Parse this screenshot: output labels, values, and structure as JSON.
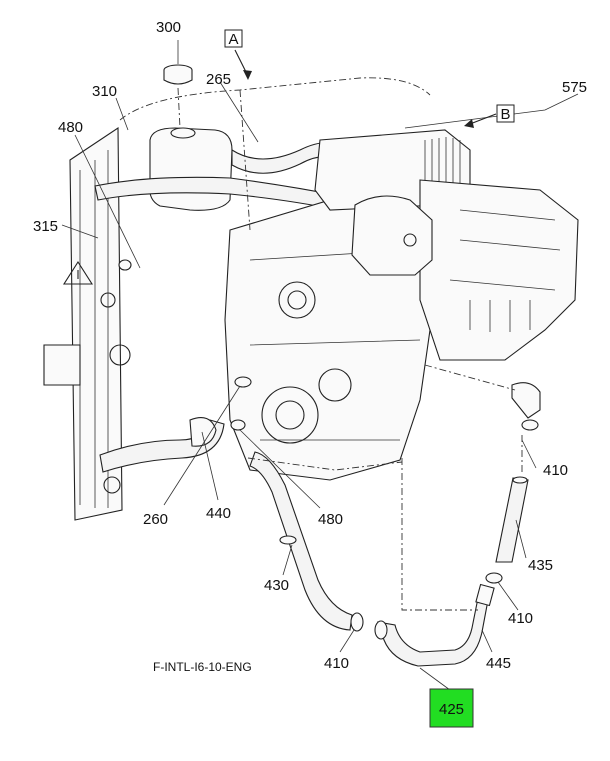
{
  "diagram": {
    "callouts": [
      "300",
      "265",
      "310",
      "480",
      "575",
      "315",
      "410",
      "435",
      "410",
      "260",
      "440",
      "480",
      "430",
      "410",
      "445",
      "425"
    ],
    "view_markers": [
      "A",
      "B"
    ],
    "caption": "F-INTL-I6-10-ENG",
    "highlight_color": "#22dd22"
  }
}
